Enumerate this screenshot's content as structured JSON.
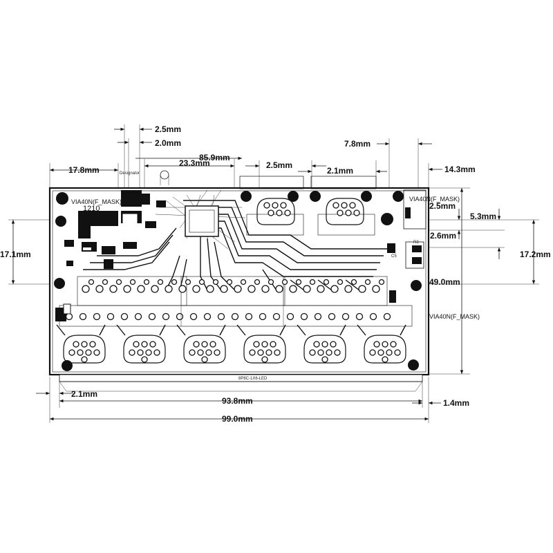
{
  "dimensions": {
    "d_2_5_top": "2.5mm",
    "d_2_0_top": "2.0mm",
    "d_7_8": "7.8mm",
    "d_85_9": "85.9mm",
    "d_17_8": "17.8mm",
    "d_23_3": "23.3mm",
    "d_2_5_mid": "2.5mm",
    "d_2_1_top": "2.1mm",
    "d_14_3": "14.3mm",
    "d_2_5_right": "2.5mm",
    "d_5_3": "5.3mm",
    "d_2_6": "2.6mm",
    "d_17_1": "17.1mm",
    "d_17_2": "17.2mm",
    "d_49_0": "49.0mm",
    "d_2_1_bottom": "2.1mm",
    "d_93_8": "93.8mm",
    "d_1_4": "1.4mm",
    "d_99_0": "99.0mm"
  },
  "labels": {
    "via_top_left": "VIA40N(F_MASK)",
    "part_1210": "1210",
    "designator": "Designator",
    "via_top_right": "VIA40N(F_MASK)",
    "via_right": "VIA40N(F_MASK)",
    "connector": "8P8C-1X6-LED",
    "r3": "R3",
    "c5": "C5"
  }
}
